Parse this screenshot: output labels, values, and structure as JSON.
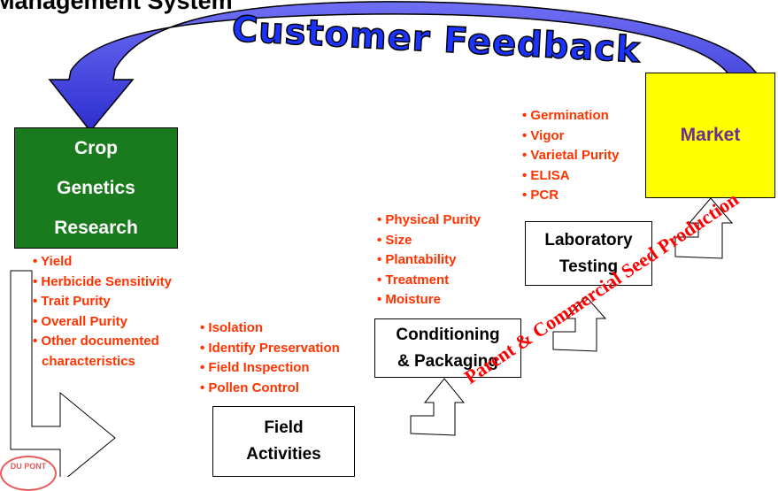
{
  "title": "Management System",
  "feedback_label": "Customer Feedback",
  "diagonal_label": "Parent & Commercial Seed Production",
  "boxes": {
    "crop": [
      "Crop",
      "Genetics",
      "Research"
    ],
    "market": "Market",
    "lab": [
      "Laboratory",
      "Testing"
    ],
    "conditioning": [
      "Conditioning",
      "& Packaging"
    ],
    "field": [
      "Field",
      "Activities"
    ]
  },
  "lists": {
    "crop": [
      "• Yield",
      "• Herbicide Sensitivity",
      "• Trait Purity",
      "• Overall Purity",
      "• Other documented",
      "characteristics"
    ],
    "field": [
      "• Isolation",
      "• Identify Preservation",
      "• Field Inspection",
      "• Pollen Control"
    ],
    "conditioning": [
      "• Physical Purity",
      "• Size",
      "• Plantability",
      "• Treatment",
      "• Moisture"
    ],
    "lab": [
      "• Germination",
      "• Vigor",
      "• Varietal Purity",
      "• ELISA",
      "• PCR"
    ]
  },
  "logo_text": "DU PONT",
  "colors": {
    "crop_box": "#1a7a1e",
    "market_box": "#ffff00",
    "market_text": "#6b2f8f",
    "bullet_text": "#ff3300",
    "arc_fill": "#3a3adf",
    "feedback_text": "#1a33ff",
    "diagonal_text": "#ff0000"
  }
}
